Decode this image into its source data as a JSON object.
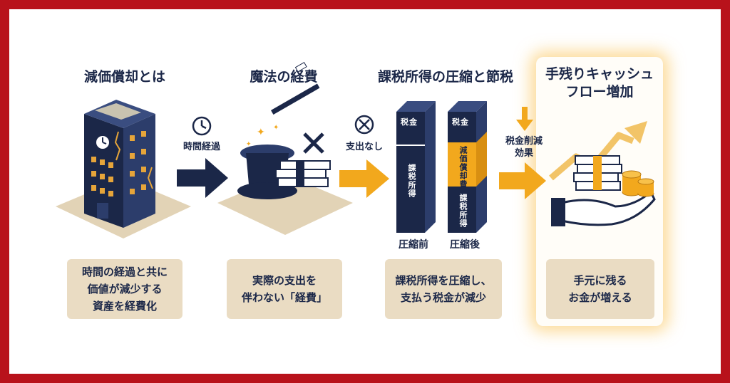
{
  "steps": [
    {
      "title": "減価償却とは",
      "caption": [
        "時間の経過と共に",
        "価値が減少する",
        "資産を経費化"
      ]
    },
    {
      "title": "魔法の経費",
      "caption": [
        "実際の支出を",
        "伴わない「経費」"
      ]
    },
    {
      "title": "課税所得の圧縮と節税",
      "caption": [
        "課税所得を圧縮し、",
        "支払う税金が減少"
      ]
    },
    {
      "title": [
        "手残りキャッシュ",
        "フロー増加"
      ],
      "caption": [
        "手元に残る",
        "お金が増える"
      ]
    }
  ],
  "arrows": [
    {
      "label": "時間経過",
      "icon": "clock-icon"
    },
    {
      "label": "支出なし",
      "icon": "no-cash-icon"
    },
    {
      "label": [
        "税金削減",
        "効果"
      ],
      "icon": "down-arrow-icon"
    }
  ],
  "bars": {
    "before": {
      "label": "圧縮前",
      "segments": [
        "税金",
        "課税所得"
      ]
    },
    "after": {
      "label": "圧縮後",
      "segments": [
        "税金",
        "減価償却費",
        "課税所得"
      ]
    }
  },
  "colors": {
    "frame": "#b8121b",
    "navy": "#1b2748",
    "gold": "#f2a81d",
    "beige": "#eadcc3"
  }
}
